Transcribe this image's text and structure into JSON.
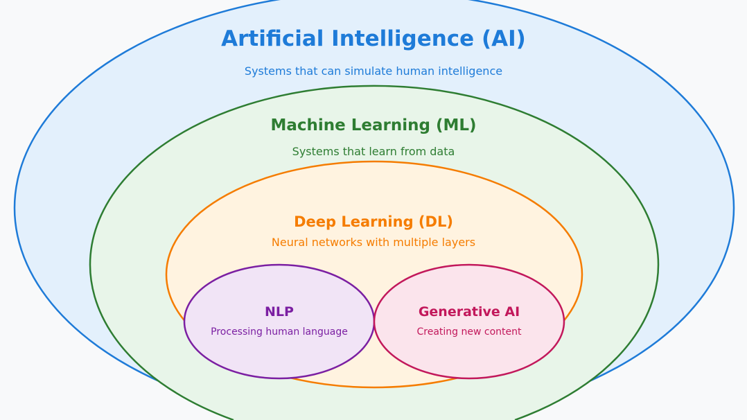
{
  "colors": {
    "background": "#f8f9fa",
    "ai": "#1e7bd8",
    "ai_fill": "#e3f0fc",
    "ml": "#2e7d32",
    "ml_fill": "#e8f5e9",
    "dl": "#f57c00",
    "dl_fill": "#fff3e0",
    "nlp": "#7b1fa2",
    "nlp_fill": "#f1e4f6",
    "genai": "#c2185b",
    "genai_fill": "#fbe4ec"
  },
  "ai": {
    "title": "Artificial Intelligence (AI)",
    "subtitle": "Systems that can simulate human intelligence"
  },
  "ml": {
    "title": "Machine Learning (ML)",
    "subtitle": "Systems that learn from data"
  },
  "dl": {
    "title": "Deep Learning (DL)",
    "subtitle": "Neural networks with multiple layers"
  },
  "nlp": {
    "title": "NLP",
    "subtitle": "Processing human language"
  },
  "genai": {
    "title": "Generative AI",
    "subtitle": "Creating new content"
  }
}
